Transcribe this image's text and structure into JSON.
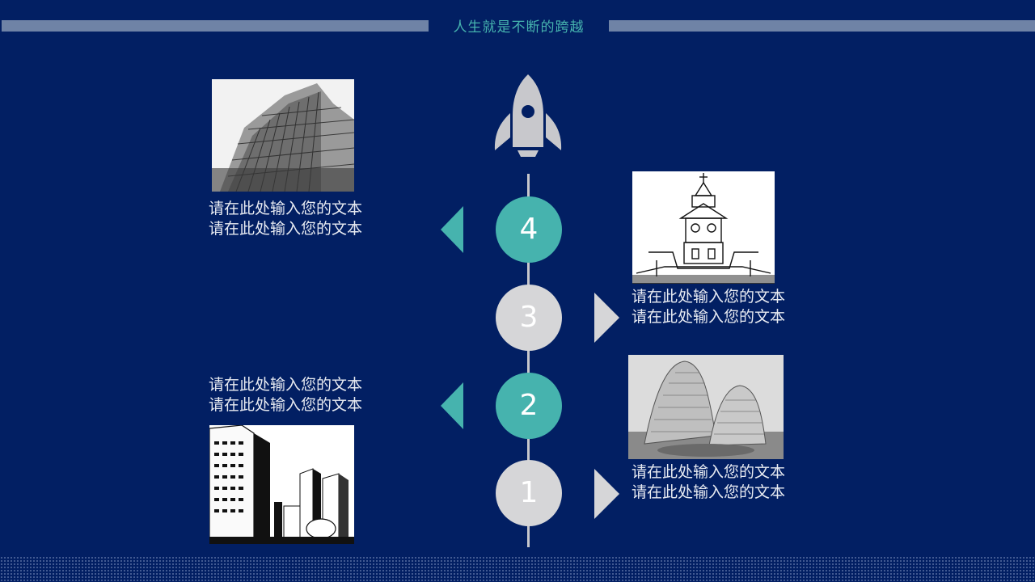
{
  "header": {
    "title": "人生就是不断的跨越"
  },
  "timeline": {
    "steps": [
      {
        "number": "4",
        "color": "#46b3ae",
        "lines": [
          "请在此处输入您的文本",
          "请在此处输入您的文本"
        ]
      },
      {
        "number": "3",
        "color": "#d6d6d8",
        "lines": [
          "请在此处输入您的文本",
          "请在此处输入您的文本"
        ]
      },
      {
        "number": "2",
        "color": "#46b3ae",
        "lines": [
          "请在此处输入您的文本",
          "请在此处输入您的文本"
        ]
      },
      {
        "number": "1",
        "color": "#d6d6d8",
        "lines": [
          "请在此处输入您的文本",
          "请在此处输入您的文本"
        ]
      }
    ]
  },
  "icons": {
    "rocket": "rocket-icon"
  },
  "colors": {
    "background": "#021f63",
    "accent": "#46b3ae",
    "neutral": "#d6d6d8",
    "header_bar": "#6f83a6"
  }
}
